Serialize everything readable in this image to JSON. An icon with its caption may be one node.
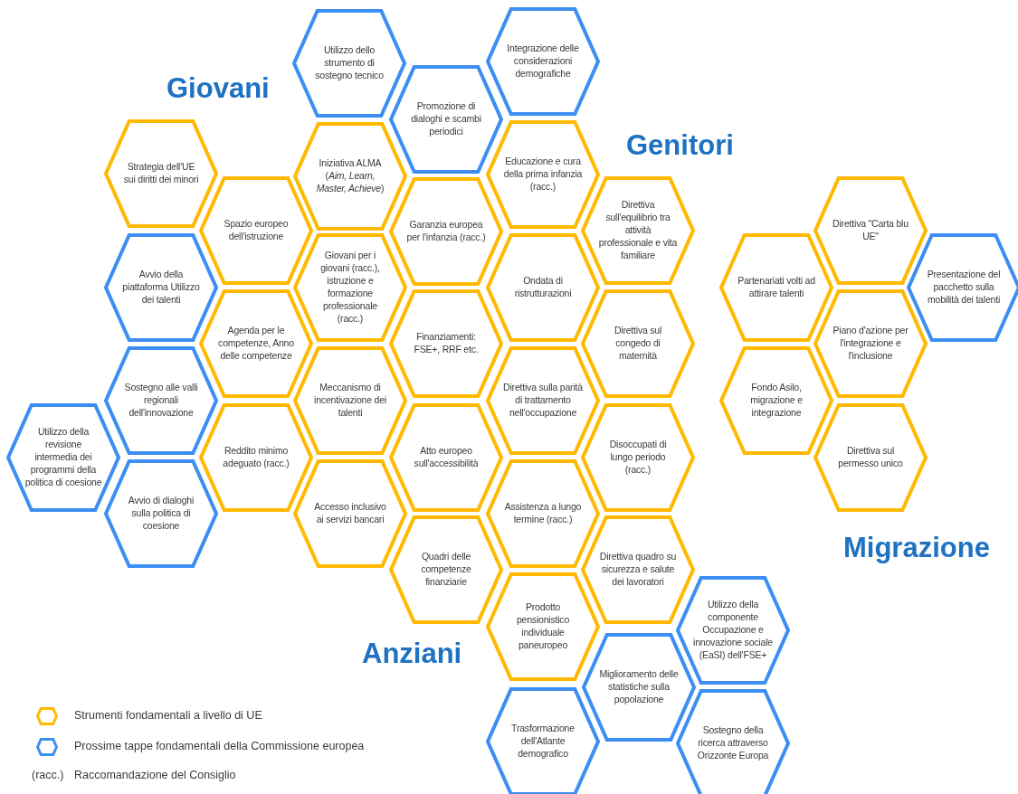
{
  "diagram": {
    "nodes": [
      {
        "text": [
          "Utilizzo dello strumento di sostegno tecnico"
        ]
      },
      {
        "text": [
          "Integrazione delle considerazioni demografiche"
        ]
      },
      {
        "text": [
          "Promozione di dialoghi e scambi periodici"
        ]
      },
      {
        "text": [
          "Strategia dell'UE sui diritti dei minori"
        ]
      },
      {
        "text": [
          "Iniziativa ALMA (*Aim, Learn, Master, Achieve*)"
        ]
      },
      {
        "text": [
          "Educazione e cura della prima infanzia (racc.)"
        ]
      },
      {
        "text": [
          "Spazio europeo dell'istruzione"
        ]
      },
      {
        "text": [
          "Garanzia europea per l'infanzia (racc.)"
        ]
      },
      {
        "text": [
          "Direttiva sull'equilibrio tra attività professionale e vita familiare"
        ]
      },
      {
        "text": [
          "Direttiva \"Carta blu UE\""
        ]
      },
      {
        "text": [
          "Avvio della piattaforma Utilizzo dei talenti"
        ]
      },
      {
        "text": [
          "Giovani per i giovani (racc.), istruzione e formazione professionale (racc.)"
        ]
      },
      {
        "text": [
          "Ondata di ristrutturazioni"
        ]
      },
      {
        "text": [
          "Partenariati volti ad attirare talenti"
        ]
      },
      {
        "text": [
          "Presentazione del pacchetto sulla mobilità dei talenti"
        ]
      },
      {
        "text": [
          "Agenda per le competenze, Anno delle competenze"
        ]
      },
      {
        "text": [
          "Finanziamenti: FSE+, RRF etc."
        ]
      },
      {
        "text": [
          "Direttiva sul congedo di maternità"
        ]
      },
      {
        "text": [
          "Piano d'azione per l'integrazione e l'inclusione"
        ]
      },
      {
        "text": [
          "Sostegno alle valli regionali dell'innovazione"
        ]
      },
      {
        "text": [
          "Meccanismo di incentivazione dei talenti"
        ]
      },
      {
        "text": [
          "Direttiva sulla parità di trattamento nell'occupazione"
        ]
      },
      {
        "text": [
          "Fondo Asilo, migrazione e integrazione"
        ]
      },
      {
        "text": [
          "Utilizzo della revisione intermedia dei programmi della politica di coesione"
        ]
      },
      {
        "text": [
          "Reddito minimo adeguato (racc.)"
        ]
      },
      {
        "text": [
          "Atto europeo sull'accessibilità"
        ]
      },
      {
        "text": [
          "Disoccupati di lungo periodo (racc.)"
        ]
      },
      {
        "text": [
          "Direttiva sul permesso unico"
        ]
      },
      {
        "text": [
          "Avvio di dialoghi sulla politica di coesione"
        ]
      },
      {
        "text": [
          "Accesso inclusivo ai servizi bancari"
        ]
      },
      {
        "text": [
          "Assistenza a lungo termine (racc.)"
        ]
      },
      {
        "text": [
          "Quadri delle competenze finanziarie"
        ]
      },
      {
        "text": [
          "Direttiva quadro su sicurezza e salute dei lavoratori"
        ]
      },
      {
        "text": [
          "Prodotto pensionistico individuale paneuropeo"
        ]
      },
      {
        "text": [
          "Utilizzo della componente Occupazione e innovazione sociale (EaSI) dell'FSE+"
        ]
      },
      {
        "text": [
          "Miglioramento delle statistiche sulla popolazione"
        ]
      },
      {
        "text": [
          "Trasformazione dell'Atlante demografico"
        ]
      },
      {
        "text": [
          "Sostegno della ricerca attraverso Orizzonte Europa"
        ]
      }
    ],
    "labels": [
      "Giovani",
      "Genitori",
      "Migrazione",
      "Anziani",
      "(racc.)",
      "Raccomandazione del Consiglio"
    ],
    "legend": [
      {
        "text": "Strumenti fondamentali a livello di UE",
        "color": "#ffb900"
      },
      {
        "text": "Prossime tappe fondamentali della Commissione europea",
        "color": "#3d8ef2"
      }
    ]
  }
}
